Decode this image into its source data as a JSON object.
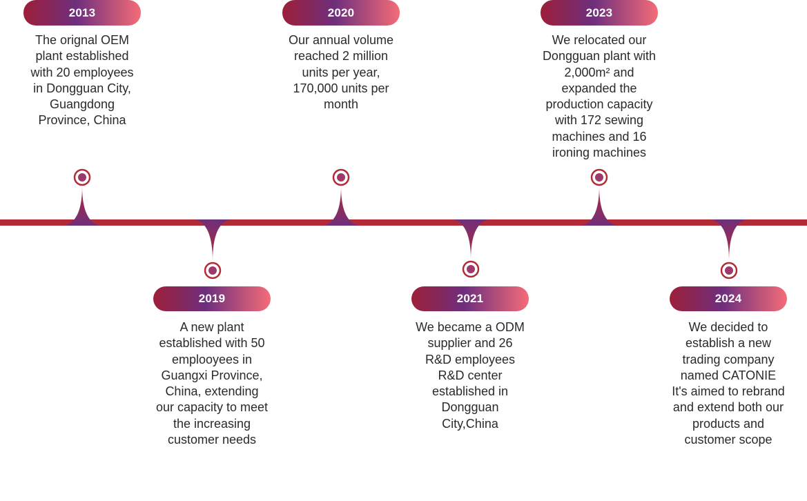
{
  "colors": {
    "line": "#b22a35",
    "connector_top": "#b22a35",
    "connector_bottom": "#6e2f7d",
    "pill_gradient": [
      "#9d1f3a",
      "#6e2f7d",
      "#f46c78"
    ]
  },
  "events": [
    {
      "year": "2013",
      "position": "top",
      "text": "The orignal OEM\nplant established\nwith 20 employees\nin Dongguan City,\nGuangdong\nProvince, China"
    },
    {
      "year": "2019",
      "position": "bottom",
      "text": "A new plant\nestablished with 50\nemplooyees in\nGuangxi Province,\nChina, extending\nour capacity to meet\nthe increasing\ncustomer needs"
    },
    {
      "year": "2020",
      "position": "top",
      "text": "Our annual volume\nreached 2 million\nunits per year,\n170,000 units per\nmonth"
    },
    {
      "year": "2021",
      "position": "bottom",
      "text": "We became a ODM\nsupplier and 26\nR&D employees\nR&D center\nestablished in\nDongguan\nCity,China"
    },
    {
      "year": "2023",
      "position": "top",
      "text": "We relocated our\nDongguan plant with\n2,000m² and\nexpanded the\nproduction capacity\nwith 172 sewing\nmachines and 16\nironing machines"
    },
    {
      "year": "2024",
      "position": "bottom",
      "text": "We decided to\nestablish a new\ntrading company\nnamed CATONIE\nIt's aimed to rebrand\nand extend both our\nproducts and\ncustomer scope"
    }
  ]
}
